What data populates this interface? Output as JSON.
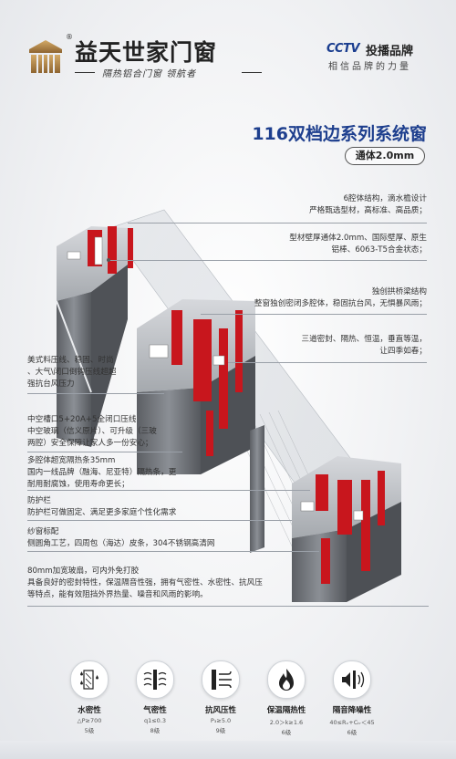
{
  "header": {
    "brand_name": "益天世家门窗",
    "brand_reg": "®",
    "brand_slogan": "隔热铝合门窗  领航者",
    "cctv_logo": "CCTV",
    "cctv_text": "投播品牌",
    "cctv_slogan": "相信品牌的力量"
  },
  "title": {
    "main": "116双档边系列系统窗",
    "sub": "通体2.0mm"
  },
  "annotations_right": [
    {
      "lines": [
        "6腔体结构，滴水檐设计",
        "严格甄选型材，高标准、高品质；"
      ]
    },
    {
      "lines": [
        "型材壁厚通体2.0mm、国际壁厚、原生",
        "铝棒、6063-T5合金状态；"
      ]
    },
    {
      "lines": [
        "独创拱桥梁结构",
        "整窗独创密闭多腔体，稳固抗台风，无惧暴风雨；"
      ]
    },
    {
      "lines": [
        "三道密封、隔热、恒温，垂直等温，",
        "让四季如春；"
      ]
    }
  ],
  "annotations_left": [
    {
      "lines": [
        "美式料压线、稳固、时尚",
        "、大气\\闭口倒钩压线超超",
        "强抗台风压力"
      ]
    },
    {
      "lines": [
        "中空槽口5+20A+5全闭口压线",
        "中空玻璃（信义原片）、可升级（三玻",
        "两腔）安全保障让家人多一份安心；"
      ]
    },
    {
      "lines": [
        "多腔体超宽隔热条35mm",
        "国内一线品牌（融海、尼亚特）隔热条，更",
        "耐用耐腐蚀，使用寿命更长；"
      ]
    },
    {
      "lines": [
        "防护栏",
        "防护栏可做固定、满足更多家庭个性化需求"
      ]
    },
    {
      "lines": [
        "纱窗标配",
        "侧圆角工艺，四周包（海达）皮条，304不锈钢高清网"
      ]
    },
    {
      "lines": [
        "80mm加宽玻扇，可内外免打胶",
        "具备良好的密封特性，保温隔音性强，拥有气密性、水密性、抗风压",
        "等特点，能有效阻挡外界热量、噪音和风雨的影响。"
      ]
    }
  ],
  "specs": [
    {
      "icon": "water-drops-icon",
      "name": "水密性",
      "value": "△P≥700",
      "level": "5级"
    },
    {
      "icon": "wind-wall-icon",
      "name": "气密性",
      "value": "q1≤0.3",
      "level": "8级"
    },
    {
      "icon": "wind-pressure-icon",
      "name": "抗风压性",
      "value": "P₃≥5.0",
      "level": "9级"
    },
    {
      "icon": "flame-icon",
      "name": "保温隔热性",
      "value": "2.0＞k≥1.6",
      "level": "6级"
    },
    {
      "icon": "sound-wave-icon",
      "name": "隔音降噪性",
      "value": "40≤Rᵥ+Cₜᵣ＜45",
      "level": "6级"
    }
  ],
  "colors": {
    "title_blue": "#1e3f8e",
    "profile_red": "#c8161d",
    "profile_grey": "#6f7277",
    "logo_gold": "#b48a4a"
  }
}
